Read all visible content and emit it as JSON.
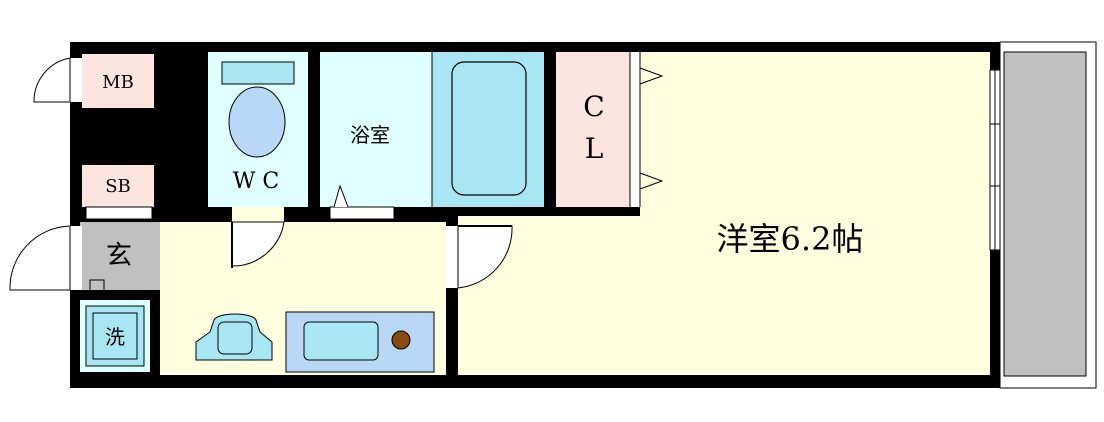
{
  "rooms": {
    "mb": "MB",
    "sb": "SB",
    "wc": "W C",
    "bath": "浴室",
    "cl_line1": "C",
    "cl_line2": "L",
    "western": "洋室6.2帖",
    "entrance": "玄",
    "washer": "洗"
  },
  "colors": {
    "wall": "#000000",
    "western_room": "#ffffe0",
    "kitchen_hall": "#ffffe0",
    "bath_room": "#e0ffff",
    "fixture": "#a9e6f3",
    "fixture_dark": "#b9d8f5",
    "storage": "#fde5df",
    "entrance_floor": "#c0c0c0",
    "balcony": "#c0c0c0",
    "stove_knob": "#8a4a10"
  }
}
